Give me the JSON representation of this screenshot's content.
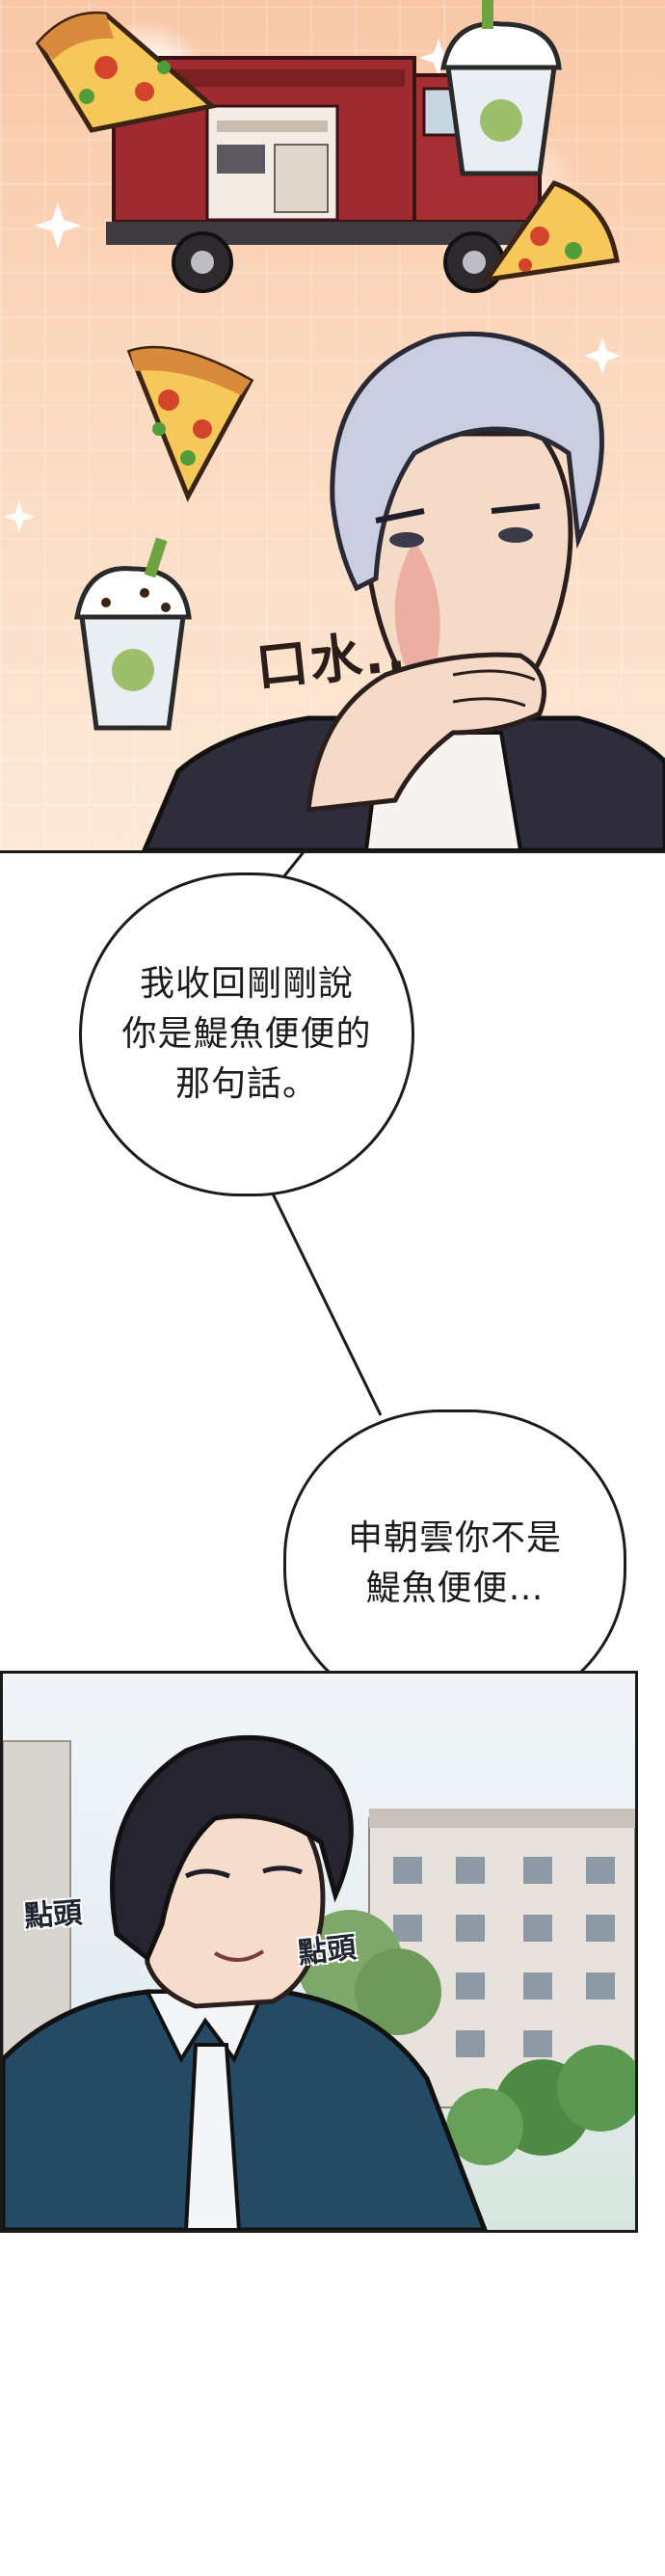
{
  "panel_1": {
    "sound_effect": "口水.."
  },
  "bubble_1": {
    "text": "我收回剛剛說\n你是鯷魚便便的\n那句話。"
  },
  "bubble_2": {
    "text": "申朝雲你不是\n鯷魚便便…"
  },
  "panel_2": {
    "sound_effect_left": "點頭",
    "sound_effect_right": "點頭"
  },
  "colors": {
    "panel_1_background": "#f9c7a6",
    "hair_silver": "#c9cfe0",
    "jacket_dark": "#2f2c3c",
    "shirt_teal": "#244a66",
    "hair_dark": "#262431",
    "sky": "#f1f5f8",
    "outline": "#1a1a1a"
  }
}
